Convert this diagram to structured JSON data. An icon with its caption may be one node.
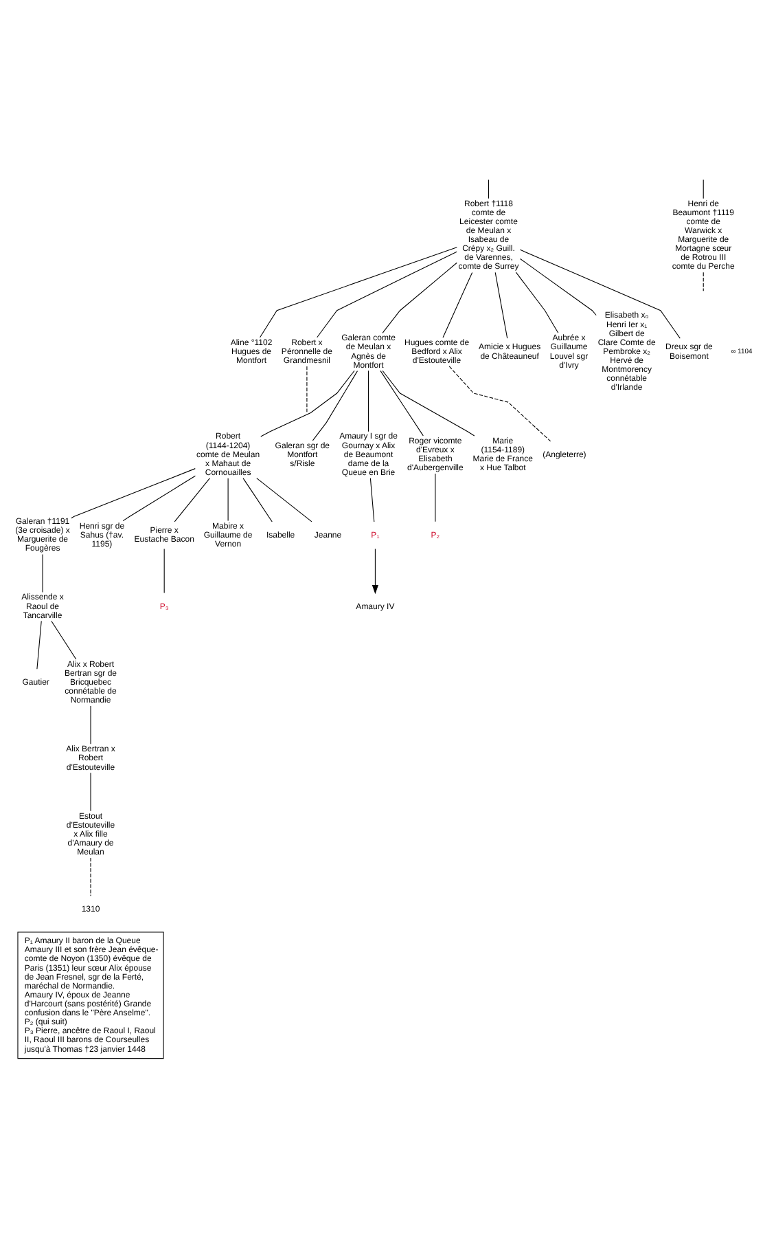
{
  "diagram": {
    "nodes": [
      {
        "text": [
          "Robert †1118 comte de Leicester comte de Meulan x Isabeau de Crépy x₂ Guill. de Varennes, comte de Surrey"
        ]
      },
      {
        "text": [
          "Henri de Beaumont †1119 comte de Warwick x Marguerite de Mortagne sœur de Rotrou III comte du Perche"
        ]
      },
      {
        "text": [
          "Aline °1102 Hugues de Montfort"
        ]
      },
      {
        "text": [
          "Robert x Péronnelle de Grandmesnil"
        ]
      },
      {
        "text": [
          "Galeran comte de Meulan x Agnès de Montfort"
        ]
      },
      {
        "text": [
          "Hugues comte de Bedford x Alix d'Estouteville"
        ]
      },
      {
        "text": [
          "Amicie x Hugues de Châteauneuf"
        ]
      },
      {
        "text": [
          "Aubrée x Guillaume Louvel sgr d'Ivry"
        ]
      },
      {
        "text": [
          "Elisabeth x₀ Henri Ier x₁ Gilbert de Clare Comte de Pembroke x₂ Hervé de Montmorency connétable d'Irlande"
        ]
      },
      {
        "text": [
          "Dreux sgr de Boisemont"
        ]
      },
      {
        "text": [
          "(Angleterre)"
        ]
      },
      {
        "text": [
          "Robert (1144-1204) comte de Meulan x Mahaut de Cornouailles"
        ]
      },
      {
        "text": [
          "Galeran sgr de Montfort s/Risle"
        ]
      },
      {
        "text": [
          "Amaury I sgr de Gournay x Alix de Beaumont dame de la Queue en Brie"
        ]
      },
      {
        "text": [
          "Roger vicomte d'Evreux x Elisabeth d'Aubergenville"
        ]
      },
      {
        "text": [
          "Marie (1154-1189) Marie de France x Hue Talbot"
        ]
      },
      {
        "text": [
          "P₁"
        ]
      },
      {
        "text": [
          "Amaury IV"
        ]
      },
      {
        "text": [
          "P₂"
        ]
      },
      {
        "text": [
          "Galeran †1191 (3e croisade) x Marguerite de Fougères"
        ]
      },
      {
        "text": [
          "Henri sgr de Sahus (†av. 1195)"
        ]
      },
      {
        "text": [
          "Pierre x Eustache Bacon"
        ]
      },
      {
        "text": [
          "Mabire x Guillaume de Vernon"
        ]
      },
      {
        "text": [
          "Isabelle"
        ]
      },
      {
        "text": [
          "Jeanne"
        ]
      },
      {
        "text": [
          "P₃"
        ]
      },
      {
        "text": [
          "Alissende x Raoul de Tancarville"
        ]
      },
      {
        "text": [
          "Gautier"
        ]
      },
      {
        "text": [
          "Alix x Robert Bertran sgr de Bricquebec connétable de Normandie"
        ]
      },
      {
        "text": [
          "Alix Bertran x Robert d'Estouteville"
        ]
      },
      {
        "text": [
          "Estout d'Estouteville x Alix fille d'Amaury de Meulan"
        ]
      },
      {
        "text": [
          "1310"
        ]
      },
      {
        "text": [
          "P₁ Amaury II baron de la Queue",
          "Amaury III et son frère Jean évêque-comte de Noyon (1350) évêque de Paris (1351) leur sœur Alix épouse de Jean Fresnel, sgr de la Ferté, maréchal de Normandie.",
          "Amaury IV, époux de Jeanne d'Harcourt (sans postérité) Grande confusion dans le \"Père Anselme\".",
          "P₂ (qui suit)",
          "P₃ Pierre, ancêtre de Raoul I, Raoul II, Raoul III barons de Courseulles jusqu'à Thomas †23 janvier 1448"
        ]
      }
    ],
    "edges": [
      {
        "from": null,
        "to": 0,
        "arrow": "none"
      },
      {
        "from": null,
        "to": 1,
        "arrow": "none"
      },
      {
        "from": 1,
        "to": null,
        "arrow": "none",
        "style": "dashed"
      },
      {
        "from": 0,
        "to": 2,
        "arrow": "none"
      },
      {
        "from": 0,
        "to": 3,
        "arrow": "none"
      },
      {
        "from": 0,
        "to": 4,
        "arrow": "none"
      },
      {
        "from": 0,
        "to": 5,
        "arrow": "none"
      },
      {
        "from": 0,
        "to": 6,
        "arrow": "none"
      },
      {
        "from": 0,
        "to": 7,
        "arrow": "none"
      },
      {
        "from": 0,
        "to": 8,
        "arrow": "none"
      },
      {
        "from": 0,
        "to": 9,
        "arrow": "none"
      },
      {
        "from": 3,
        "to": null,
        "arrow": "none",
        "style": "dashed"
      },
      {
        "from": 5,
        "to": 10,
        "arrow": "none",
        "style": "dashed"
      },
      {
        "from": 4,
        "to": 11,
        "arrow": "none"
      },
      {
        "from": 4,
        "to": 12,
        "arrow": "none"
      },
      {
        "from": 4,
        "to": 13,
        "arrow": "none"
      },
      {
        "from": 4,
        "to": 14,
        "arrow": "none"
      },
      {
        "from": 4,
        "to": 15,
        "arrow": "none"
      },
      {
        "from": 13,
        "to": 16,
        "arrow": "none"
      },
      {
        "from": 16,
        "to": 17,
        "arrow": "to"
      },
      {
        "from": 14,
        "to": 18,
        "arrow": "none"
      },
      {
        "from": 11,
        "to": 19,
        "arrow": "none"
      },
      {
        "from": 11,
        "to": 20,
        "arrow": "none"
      },
      {
        "from": 11,
        "to": 21,
        "arrow": "none"
      },
      {
        "from": 11,
        "to": 22,
        "arrow": "none"
      },
      {
        "from": 11,
        "to": 23,
        "arrow": "none"
      },
      {
        "from": 11,
        "to": 24,
        "arrow": "none"
      },
      {
        "from": 21,
        "to": 25,
        "arrow": "none"
      },
      {
        "from": 19,
        "to": 26,
        "arrow": "none"
      },
      {
        "from": 26,
        "to": 27,
        "arrow": "none"
      },
      {
        "from": 26,
        "to": 28,
        "arrow": "none"
      },
      {
        "from": 28,
        "to": 29,
        "arrow": "none"
      },
      {
        "from": 29,
        "to": 30,
        "arrow": "none"
      },
      {
        "from": 30,
        "to": 31,
        "arrow": "none",
        "style": "dashed"
      }
    ],
    "labels": [
      "∞ 1104"
    ]
  }
}
